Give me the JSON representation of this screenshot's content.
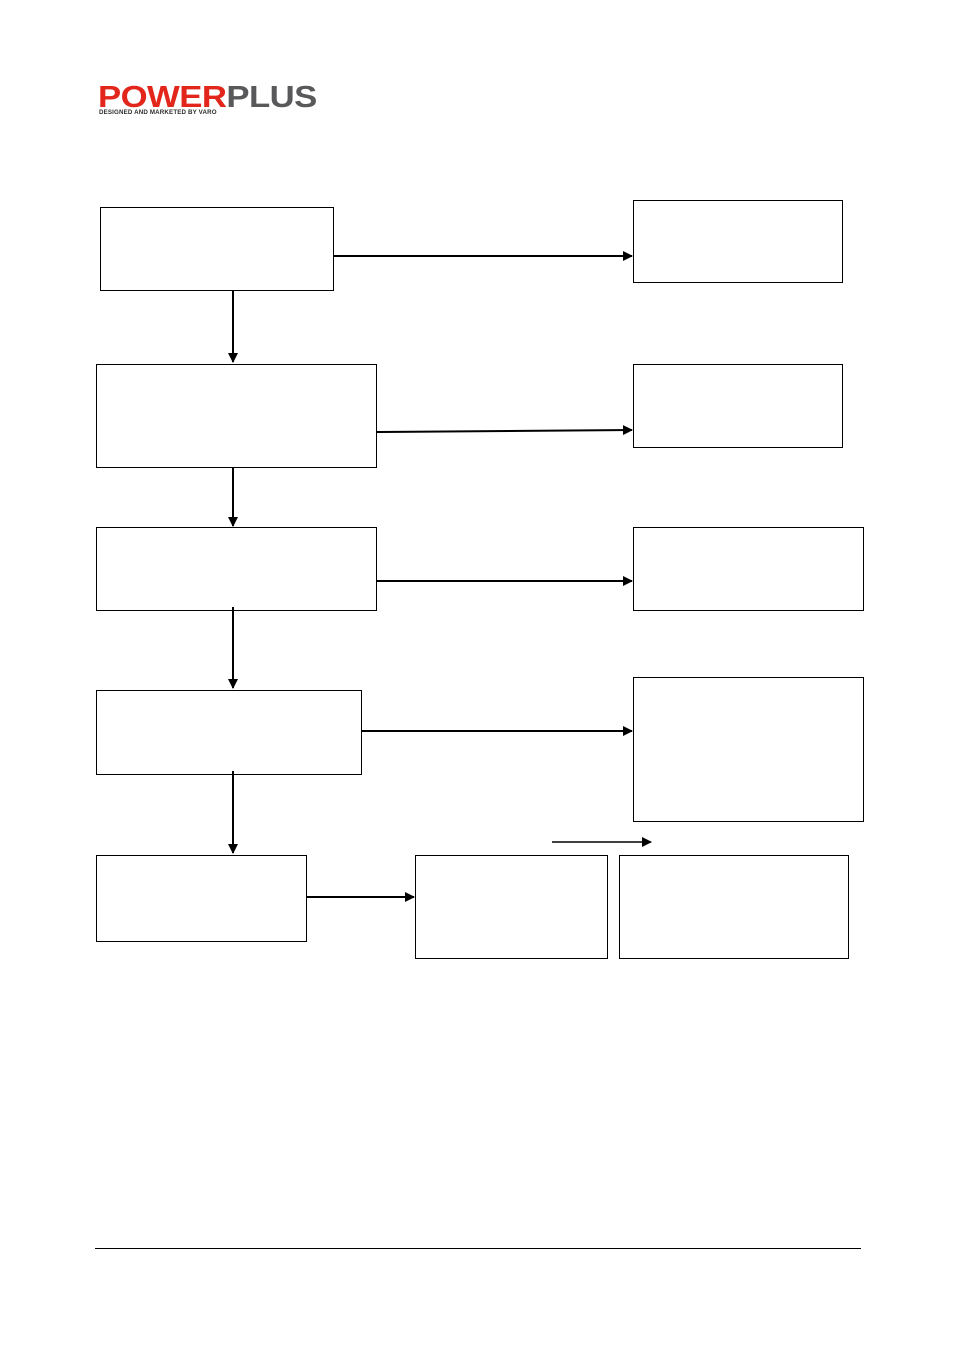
{
  "brand": {
    "power": "POWER",
    "plus": "PLUS",
    "tagline": "DESIGNED AND MARKETED BY VARO",
    "power_color": "#e3261b",
    "plus_color": "#59585a"
  },
  "diagram": {
    "line_color": "#000000",
    "box_border_color": "#000000"
  }
}
